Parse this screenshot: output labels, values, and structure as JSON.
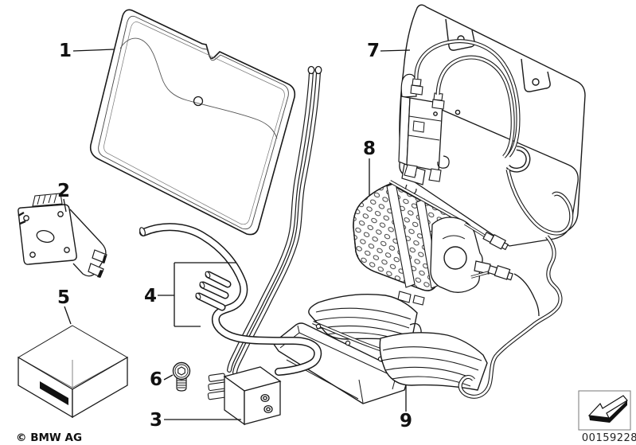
{
  "diagram": {
    "background": "#ffffff",
    "line_color": "#1a1a1a",
    "callouts": [
      {
        "label": "1"
      },
      {
        "label": "2"
      },
      {
        "label": "3"
      },
      {
        "label": "4"
      },
      {
        "label": "5"
      },
      {
        "label": "6"
      },
      {
        "label": "7"
      },
      {
        "label": "8"
      },
      {
        "label": "9"
      }
    ],
    "footer": {
      "copyright": "© BMW AG",
      "image_number": "00159228"
    }
  }
}
